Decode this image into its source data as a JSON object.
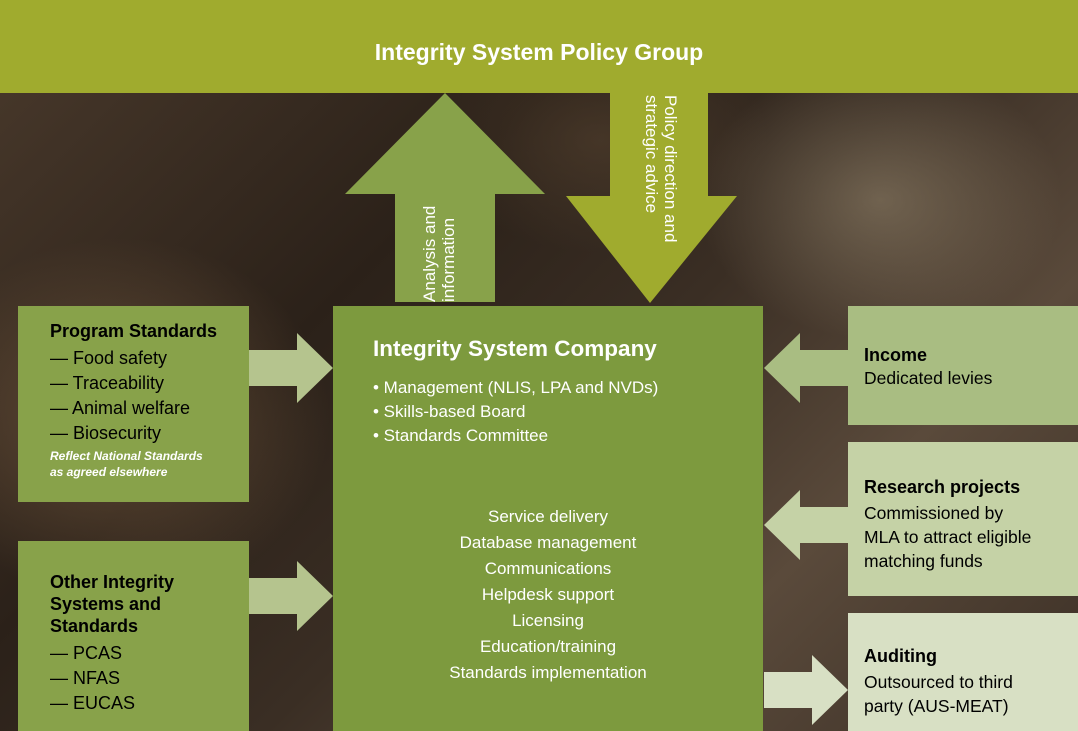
{
  "header": {
    "title": "Integrity System Policy Group"
  },
  "arrows": {
    "up_label_1": "Analysis and",
    "up_label_2": "information",
    "down_label_1": "Policy direction and",
    "down_label_2": "strategic advice"
  },
  "company": {
    "title": "Integrity System Company",
    "bullets": [
      "• Management (NLIS, LPA and NVDs)",
      "• Skills-based Board",
      "• Standards Committee"
    ],
    "services": [
      "Service delivery",
      "Database management",
      "Communications",
      "Helpdesk support",
      "Licensing",
      "Education/training",
      "Standards implementation"
    ]
  },
  "program_standards": {
    "title": "Program Standards",
    "items": [
      "— Food safety",
      "— Traceability",
      "— Animal welfare",
      "— Biosecurity"
    ],
    "note_1": "Reflect National Standards",
    "note_2": "as agreed elsewhere"
  },
  "other_systems": {
    "title_1": "Other Integrity",
    "title_2": "Systems and",
    "title_3": "Standards",
    "items": [
      "— PCAS",
      "— NFAS",
      "— EUCAS"
    ]
  },
  "income": {
    "title": "Income",
    "text": "Dedicated levies"
  },
  "research": {
    "title": "Research projects",
    "lines": [
      "Commissioned by",
      "MLA to attract eligible",
      "matching funds"
    ]
  },
  "auditing": {
    "title": "Auditing",
    "lines": [
      "Outsourced to third",
      "party (AUS-MEAT)"
    ]
  },
  "colors": {
    "top_bar": "#a0ab2e",
    "company": "#7d9a3e",
    "left_boxes": "#88a24a",
    "income": "#a9bd82",
    "research": "#c5d2a6",
    "auditing": "#d8e0c4"
  }
}
